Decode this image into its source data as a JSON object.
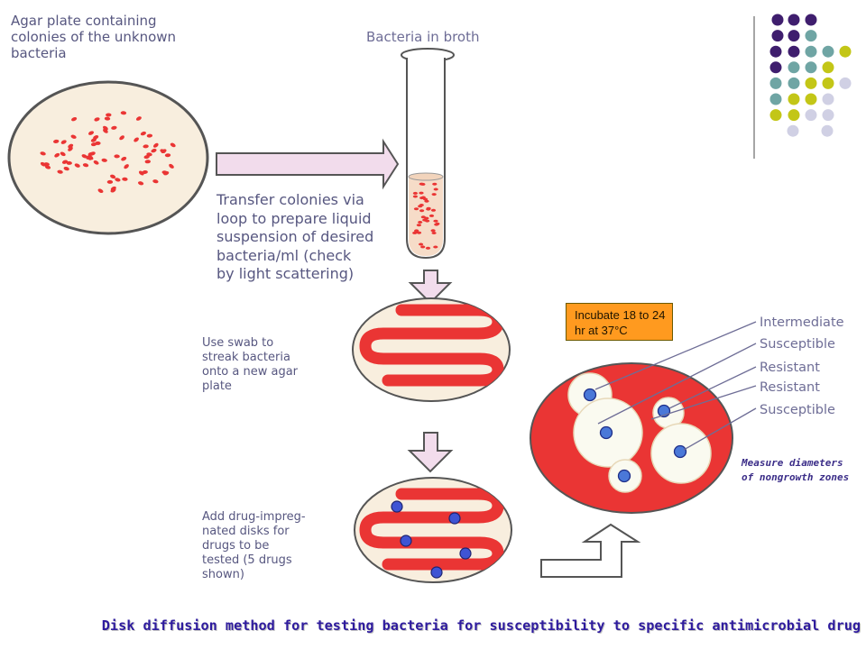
{
  "labels": {
    "agar_plate": "Agar plate containing colonies of the unknown bacteria",
    "broth": "Bacteria in broth",
    "transfer": [
      "Transfer colonies via",
      "loop to prepare liquid",
      "suspension of desired",
      "bacteria/ml (check",
      "by light scattering)"
    ],
    "swab": [
      "Use swab to",
      "streak bacteria",
      "onto a new agar",
      "plate"
    ],
    "disks": [
      "Add drug-impreg-",
      "nated disks for",
      "drugs to be",
      "tested (5 drugs",
      "shown)"
    ]
  },
  "incubate": "Incubate 18 to 24 hr at 37°C",
  "results": [
    "Intermediate",
    "Susceptible",
    "Resistant",
    "Resistant",
    "Susceptible"
  ],
  "measure": "Measure diameters of nongrowth zones",
  "caption": "Disk diffusion method for testing bacteria for susceptibility to specific antimicrobial drug",
  "colors": {
    "agar": "#f8eede",
    "bacteria": "#ea3534",
    "disk": "#3f54d4",
    "zone": "#fafaf0",
    "deco_purple": "#3f1e6e",
    "deco_teal": "#6fa5a4",
    "deco_lime": "#c3c617",
    "deco_lavender": "#d0d0e4"
  }
}
